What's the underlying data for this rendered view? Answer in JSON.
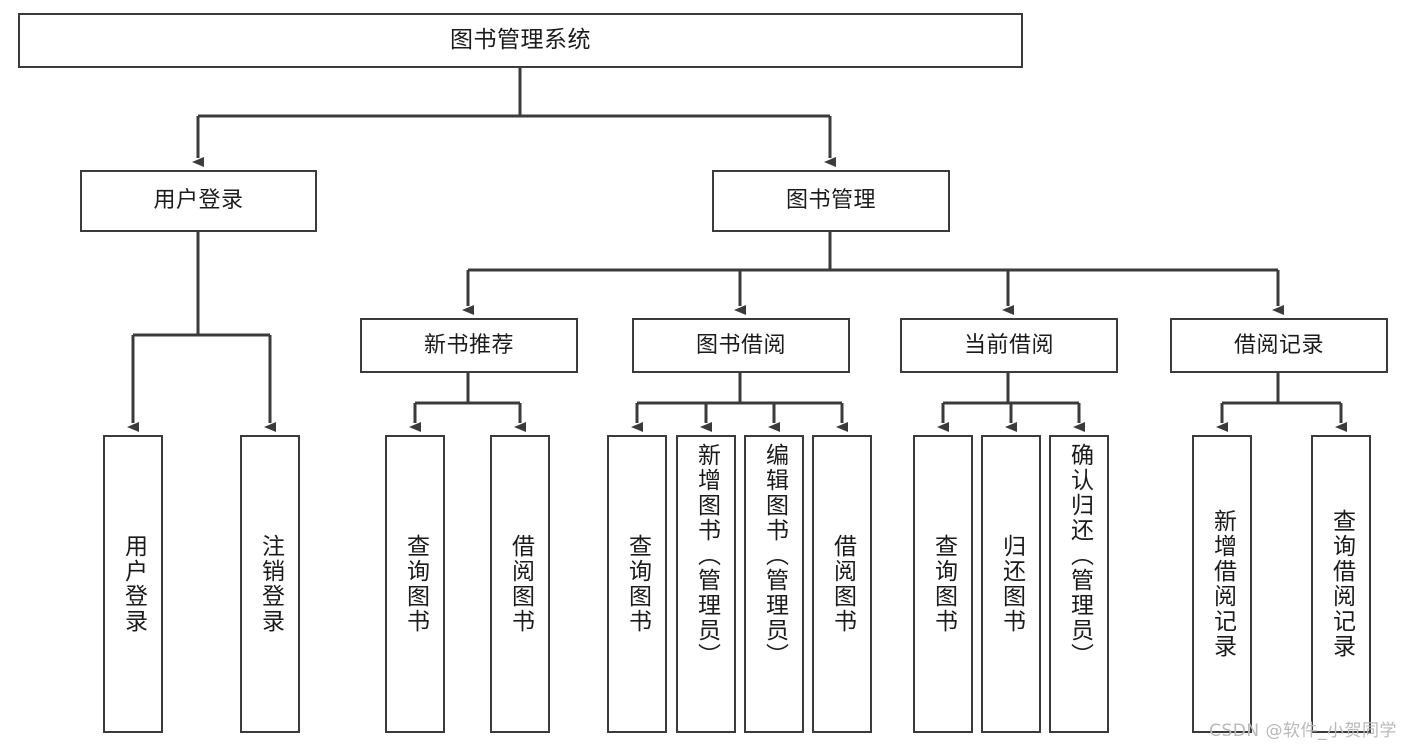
{
  "diagram": {
    "title": "图书管理系统",
    "type": "functional-structure-tree",
    "orientation": "top-down",
    "line_color": "#3b3b3b",
    "box_fill": "#ffffff",
    "text_color": "#1b1b1b"
  },
  "root": {
    "label": "图书管理系统"
  },
  "level1": [
    {
      "label": "用户登录"
    },
    {
      "label": "图书管理"
    }
  ],
  "level2": [
    {
      "label": "新书推荐"
    },
    {
      "label": "图书借阅"
    },
    {
      "label": "当前借阅"
    },
    {
      "label": "借阅记录"
    }
  ],
  "leaves": {
    "user_login": [
      {
        "label": "用户登录"
      },
      {
        "label": "注销登录"
      }
    ],
    "new_book_recommend": [
      {
        "label": "查询图书"
      },
      {
        "label": "借阅图书"
      }
    ],
    "book_borrow": [
      {
        "label": "查询图书"
      },
      {
        "label": "新增图书（管理员）"
      },
      {
        "label": "编辑图书（管理员）"
      },
      {
        "label": "借阅图书"
      }
    ],
    "current_borrow": [
      {
        "label": "查询图书"
      },
      {
        "label": "归还图书"
      },
      {
        "label": "确认归还（管理员）"
      }
    ],
    "borrow_record": [
      {
        "label": "新增借阅记录"
      },
      {
        "label": "查询借阅记录"
      }
    ]
  },
  "watermark": {
    "text": "CSDN @软件_小贺同学"
  }
}
